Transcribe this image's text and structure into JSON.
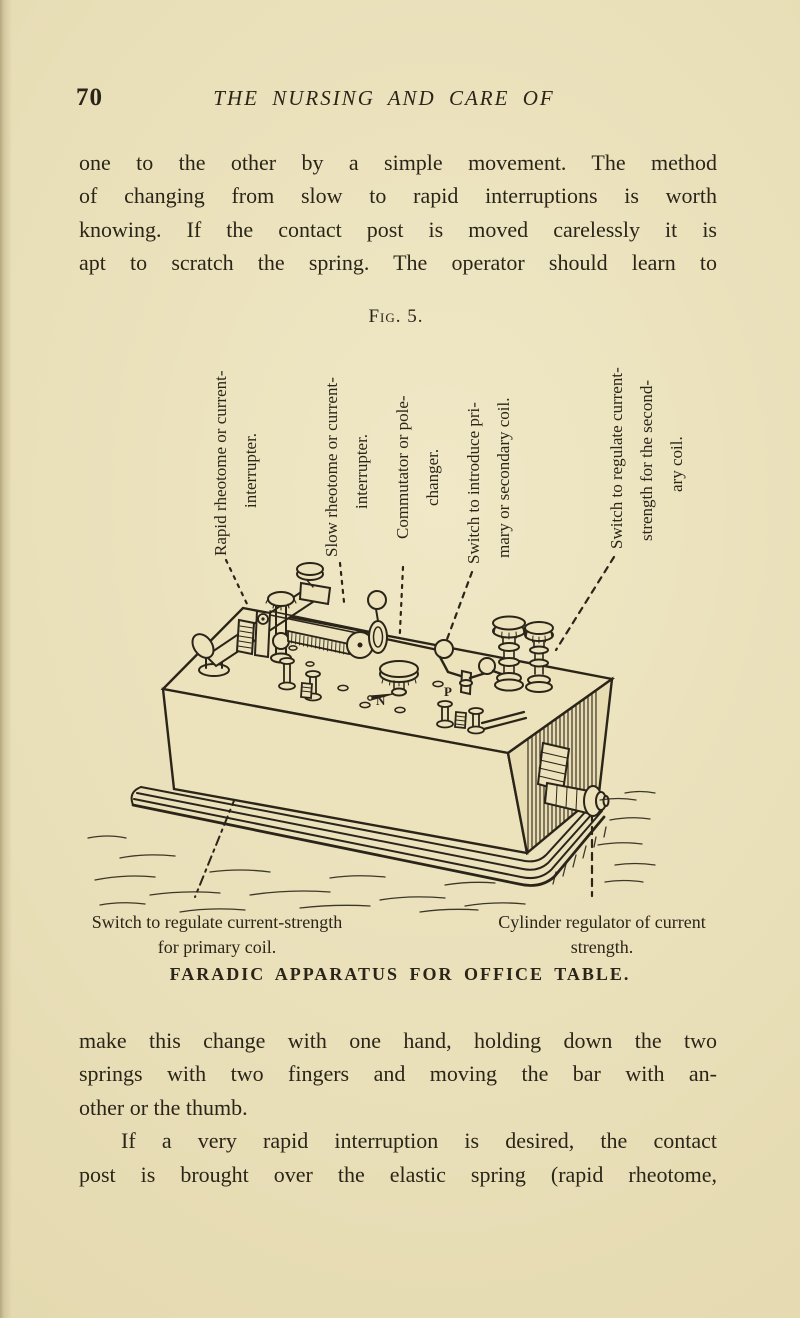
{
  "page": {
    "number": "70",
    "running_header": "THE NURSING AND CARE OF"
  },
  "body": {
    "paragraph_top": [
      "one to the other by a simple movement.  The method",
      "of changing from slow to rapid interruptions is worth",
      "knowing.  If the contact post is moved carelessly it is",
      "apt to scratch the spring.  The operator should learn to"
    ],
    "paragraph_bottom": [
      "make this change with one hand, holding down the two",
      "springs with two fingers and moving the bar with an-",
      "other or the thumb.",
      "If a very rapid interruption is desired, the contact",
      "post is brought over the elastic spring (rapid rheotome,"
    ]
  },
  "figure": {
    "label": "Fig. 5.",
    "part_labels": {
      "rapid_rheotome": [
        "Rapid rheotome or current-",
        "interrupter."
      ],
      "slow_rheotome": [
        "Slow rheotome or current-",
        "interrupter."
      ],
      "commutator": [
        "Commutator or pole-",
        "changer."
      ],
      "coil_switch": [
        "Switch to introduce pri-",
        "mary or secondary coil."
      ],
      "secondary_switch": [
        "Switch to regulate current-",
        "strength for the second-",
        "ary coil."
      ]
    },
    "caption_left": [
      "Switch to regulate current-strength",
      "for primary coil."
    ],
    "caption_right": [
      "Cylinder regulator of current",
      "strength."
    ],
    "title": "FARADIC APPARATUS FOR OFFICE TABLE.",
    "markings": {
      "n": "N",
      "p": "P"
    }
  },
  "colors": {
    "paper": "#e9dfb6",
    "ink": "#2b2519"
  }
}
